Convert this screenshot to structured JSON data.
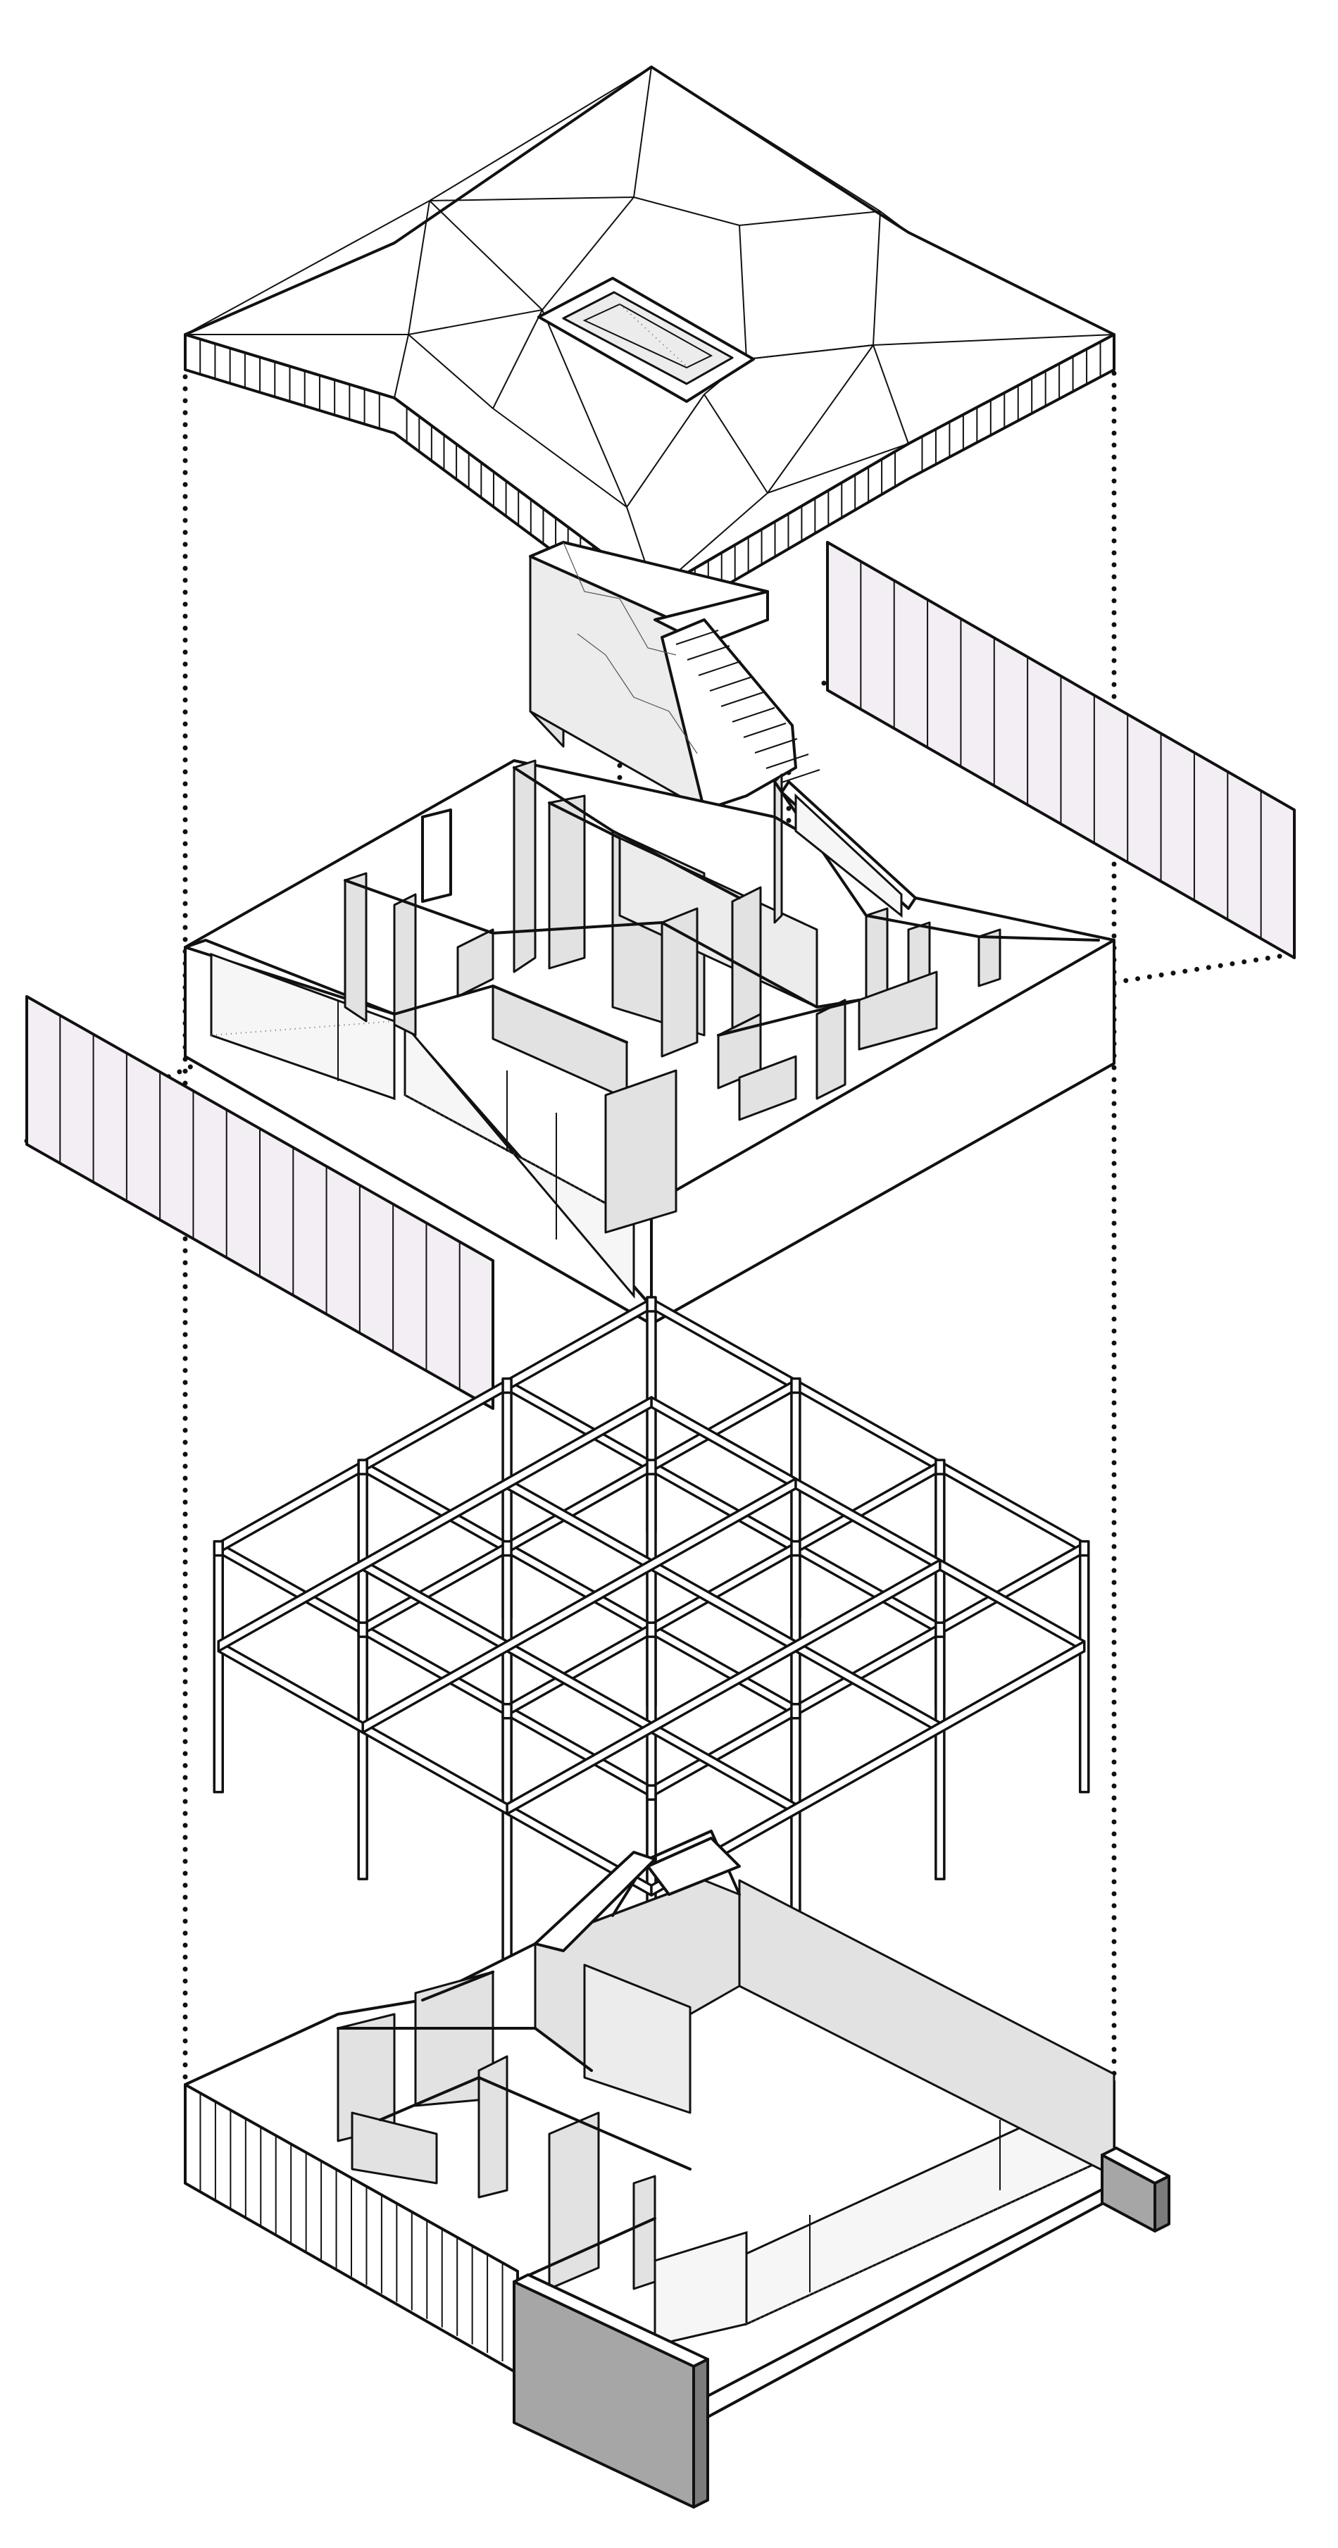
{
  "diagram": {
    "kind": "exploded-axonometric",
    "layers": [
      "roof",
      "stair-core",
      "upper-floor-walls",
      "structural-frame",
      "ground-floor"
    ],
    "colors": {
      "line": "#111111",
      "screen-panel": "#f3eef4",
      "wall-shade": "#e2e2e2",
      "dark-block": "#a6a6a6",
      "background": "#ffffff"
    }
  }
}
